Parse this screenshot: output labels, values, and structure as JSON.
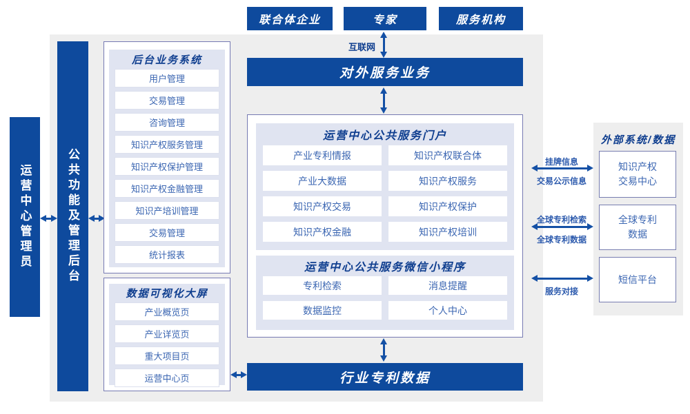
{
  "colors": {
    "primary_blue": "#0E4A9D",
    "arrow_blue": "#1450A5",
    "panel_lavender": "#E0E4F1",
    "background_gray": "#EEEEEE",
    "box_border": "#7579B2",
    "item_text_blue": "#3B66B2",
    "title_text_blue": "#0F3E8F"
  },
  "actors": [
    "联合体企业",
    "专家",
    "服务机构"
  ],
  "internet_label": "互联网",
  "external_service_bar": "对外服务业务",
  "admin_bar": "运营中心管理员",
  "public_functions_bar": "公共功能及管理后台",
  "backend_system": {
    "title": "后台业务系统",
    "items": [
      "用户管理",
      "交易管理",
      "咨询管理",
      "知识产权服务管理",
      "知识产权保护管理",
      "知识产权金融管理",
      "知识产培训管理",
      "交易管理",
      "统计报表"
    ]
  },
  "data_screen": {
    "title": "数据可视化大屏",
    "items": [
      "产业概览页",
      "产业详览页",
      "重大项目页",
      "运营中心页"
    ]
  },
  "portal": {
    "title": "运营中心公共服务门户",
    "items": [
      "产业专利情报",
      "知识产权联合体",
      "产业大数据",
      "知识产权服务",
      "知识产权交易",
      "知识产权保护",
      "知识产权金融",
      "知识产权培训"
    ]
  },
  "mini_program": {
    "title": "运营中心公共服务微信小程序",
    "items": [
      "专利检索",
      "消息提醒",
      "数据监控",
      "个人中心"
    ]
  },
  "industry_patent_bar": "行业专利数据",
  "external_systems": {
    "title": "外部系统/数据",
    "boxes": [
      "知识产权\n交易中心",
      "全球专利\n数据",
      "短信平台"
    ]
  },
  "connections": [
    {
      "label_top": "挂牌信息",
      "label_bottom": "交易公示信息"
    },
    {
      "label_top": "全球专利检索",
      "label_bottom": "全球专利数据"
    },
    {
      "label_top": "",
      "label_bottom": "服务对接"
    }
  ]
}
